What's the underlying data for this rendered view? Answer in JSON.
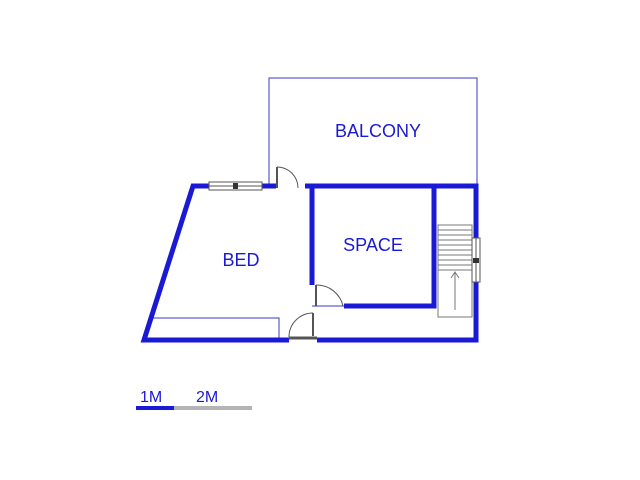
{
  "rooms": {
    "balcony": "BALCONY",
    "bed": "BED",
    "space": "SPACE"
  },
  "scale": {
    "first": "1M",
    "second": "2M"
  },
  "colors": {
    "wall": "#1a1ad6",
    "thin_line": "#3838c8",
    "scale_gray": "#b4b4b4",
    "fixture_gray": "#777777"
  }
}
